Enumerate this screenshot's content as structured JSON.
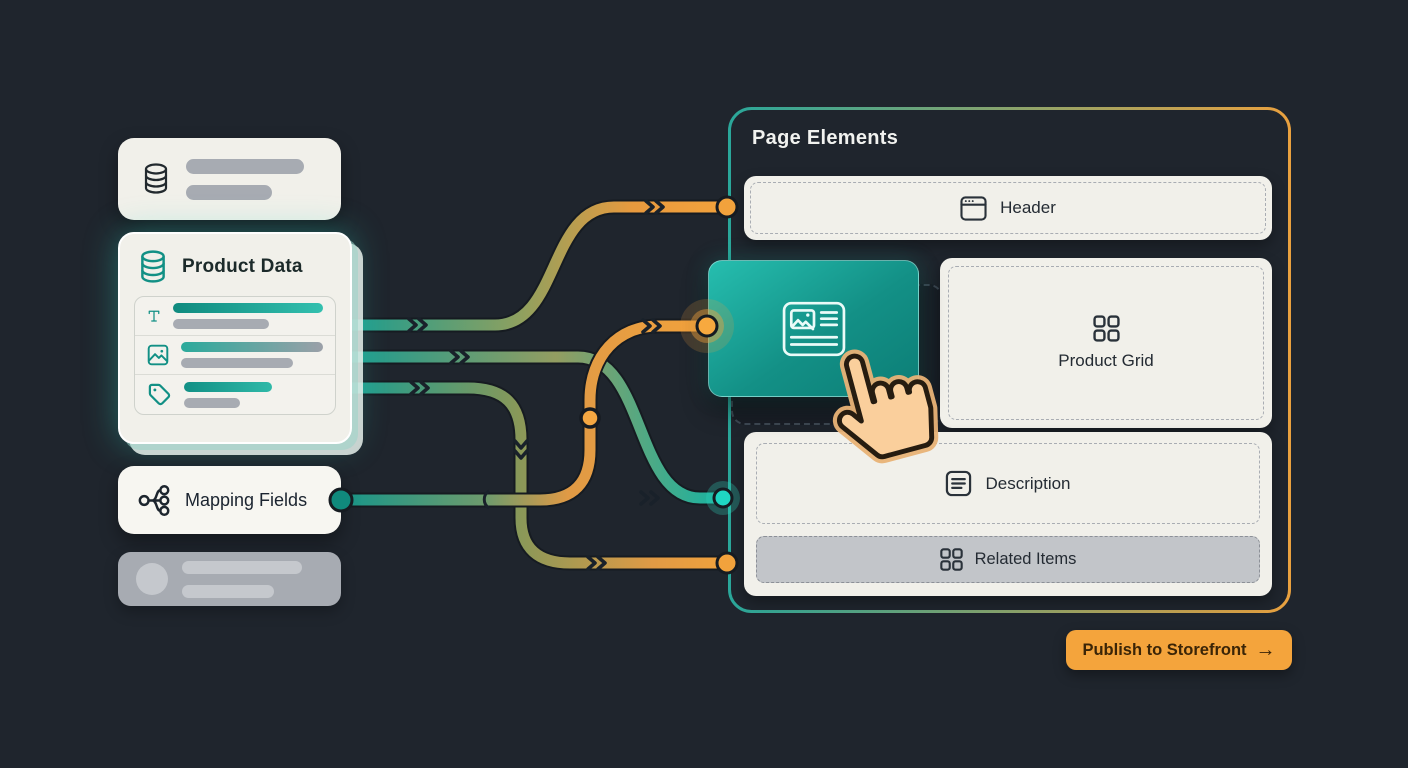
{
  "theme": {
    "bg": "#1F252D",
    "card": "#F1F0EA",
    "card_ink": "#242B33",
    "teal": "#14A295",
    "teal_bright": "#1FD6C2",
    "orange": "#F2A23C",
    "muted_bar": "#A7ABB2",
    "light_bar": "#C5C8CD",
    "panel_ink": "#F1F2EF",
    "btn_ink": "#3B2507"
  },
  "left_panel": {
    "data_source_card": {
      "icon": "database-icon"
    },
    "product_data_card": {
      "title": "Product Data",
      "icon": "database-icon",
      "rows": [
        {
          "icon": "text-icon"
        },
        {
          "icon": "image-icon"
        },
        {
          "icon": "tag-icon"
        }
      ]
    },
    "mapping_fields_card": {
      "label": "Mapping Fields",
      "icon": "branch-icon"
    },
    "skeleton_card": {
      "icon": "avatar-circle"
    }
  },
  "page_elements_panel": {
    "title": "Page Elements",
    "elements": [
      {
        "label": "Header",
        "icon": "window-icon"
      },
      {
        "label": "Product Grid",
        "icon": "grid-icon"
      },
      {
        "label": "Description",
        "icon": "document-icon"
      },
      {
        "label": "Related Items",
        "icon": "grid-icon"
      }
    ],
    "dragged_element": {
      "icon": "product-detail-icon"
    }
  },
  "publish_button": {
    "label": "Publish to Storefront",
    "arrow": "→"
  },
  "connections": [
    {
      "from": "product-data-row-1",
      "to": "header-slot"
    },
    {
      "from": "product-data-row-2",
      "to": "description-slot"
    },
    {
      "from": "product-data-row-3",
      "to": "related-items-slot"
    },
    {
      "from": "mapping-fields",
      "to": "dragged-element"
    }
  ]
}
